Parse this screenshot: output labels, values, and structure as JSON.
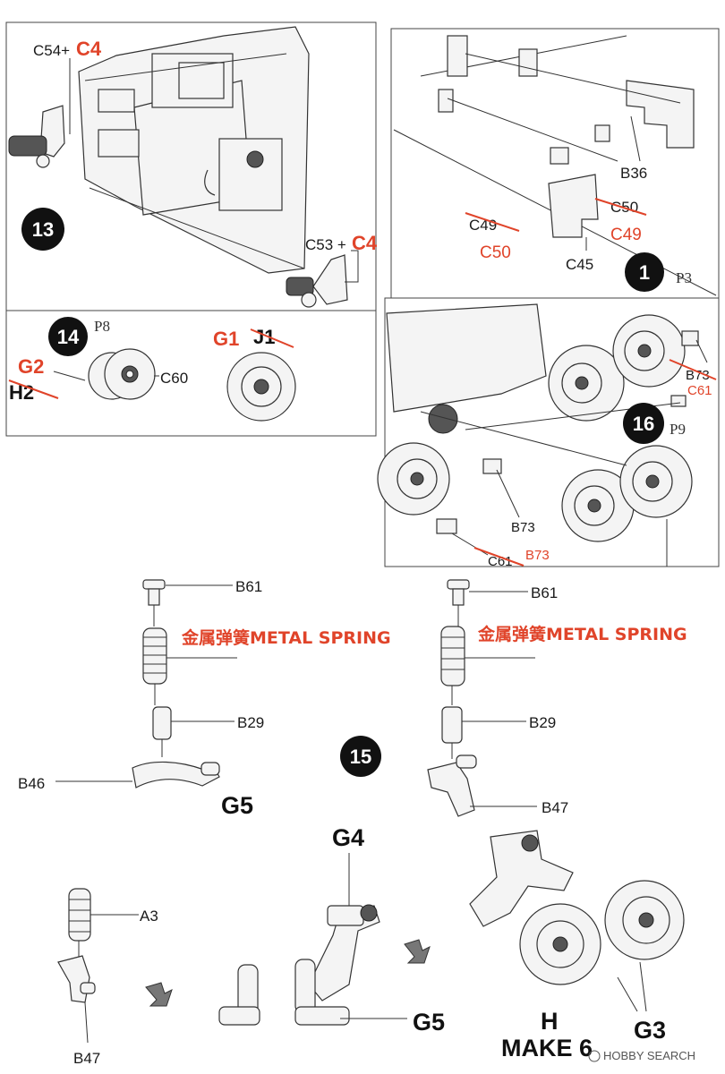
{
  "steps": {
    "s13": {
      "number": "13",
      "labels": {
        "c54": "C54+",
        "c54_red": "C4",
        "c53": "C53 +",
        "c53_red": "C4"
      }
    },
    "s1": {
      "number": "1",
      "page_ref": "P3",
      "labels": {
        "b36": "B36",
        "c49": "C49",
        "c50_red": "C50",
        "c50": "C50",
        "c49_red": "C49",
        "c45": "C45"
      }
    },
    "s14": {
      "number": "14",
      "page_ref": "P8",
      "labels": {
        "g2_red": "G2",
        "h2": "H2",
        "c60": "C60",
        "g1_red": "G1",
        "j1": "J1"
      }
    },
    "s16": {
      "number": "16",
      "page_ref": "P9",
      "labels": {
        "b73_top": "B73",
        "c61_top_red": "C61",
        "b73_mid": "B73",
        "c61_bot": "C61",
        "b73_bot_red": "B73"
      }
    },
    "s15": {
      "number": "15",
      "left": {
        "b61": "B61",
        "spring": "金属弹簧METAL SPRING",
        "b29": "B29",
        "b46": "B46",
        "g5": "G5"
      },
      "right": {
        "b61": "B61",
        "spring": "金属弹簧METAL SPRING",
        "b29": "B29",
        "b47": "B47"
      },
      "bottom": {
        "a3": "A3",
        "b47": "B47",
        "g4": "G4",
        "g5": "G5",
        "h": "H",
        "make": "MAKE 6",
        "g3": "G3"
      }
    }
  },
  "watermark": "HOBBY SEARCH",
  "colors": {
    "accent_red": "#e0442a",
    "ink": "#1a1a1a"
  },
  "icons": [
    "step-badge-icon",
    "arrow-icon",
    "watermark-logo-icon"
  ]
}
